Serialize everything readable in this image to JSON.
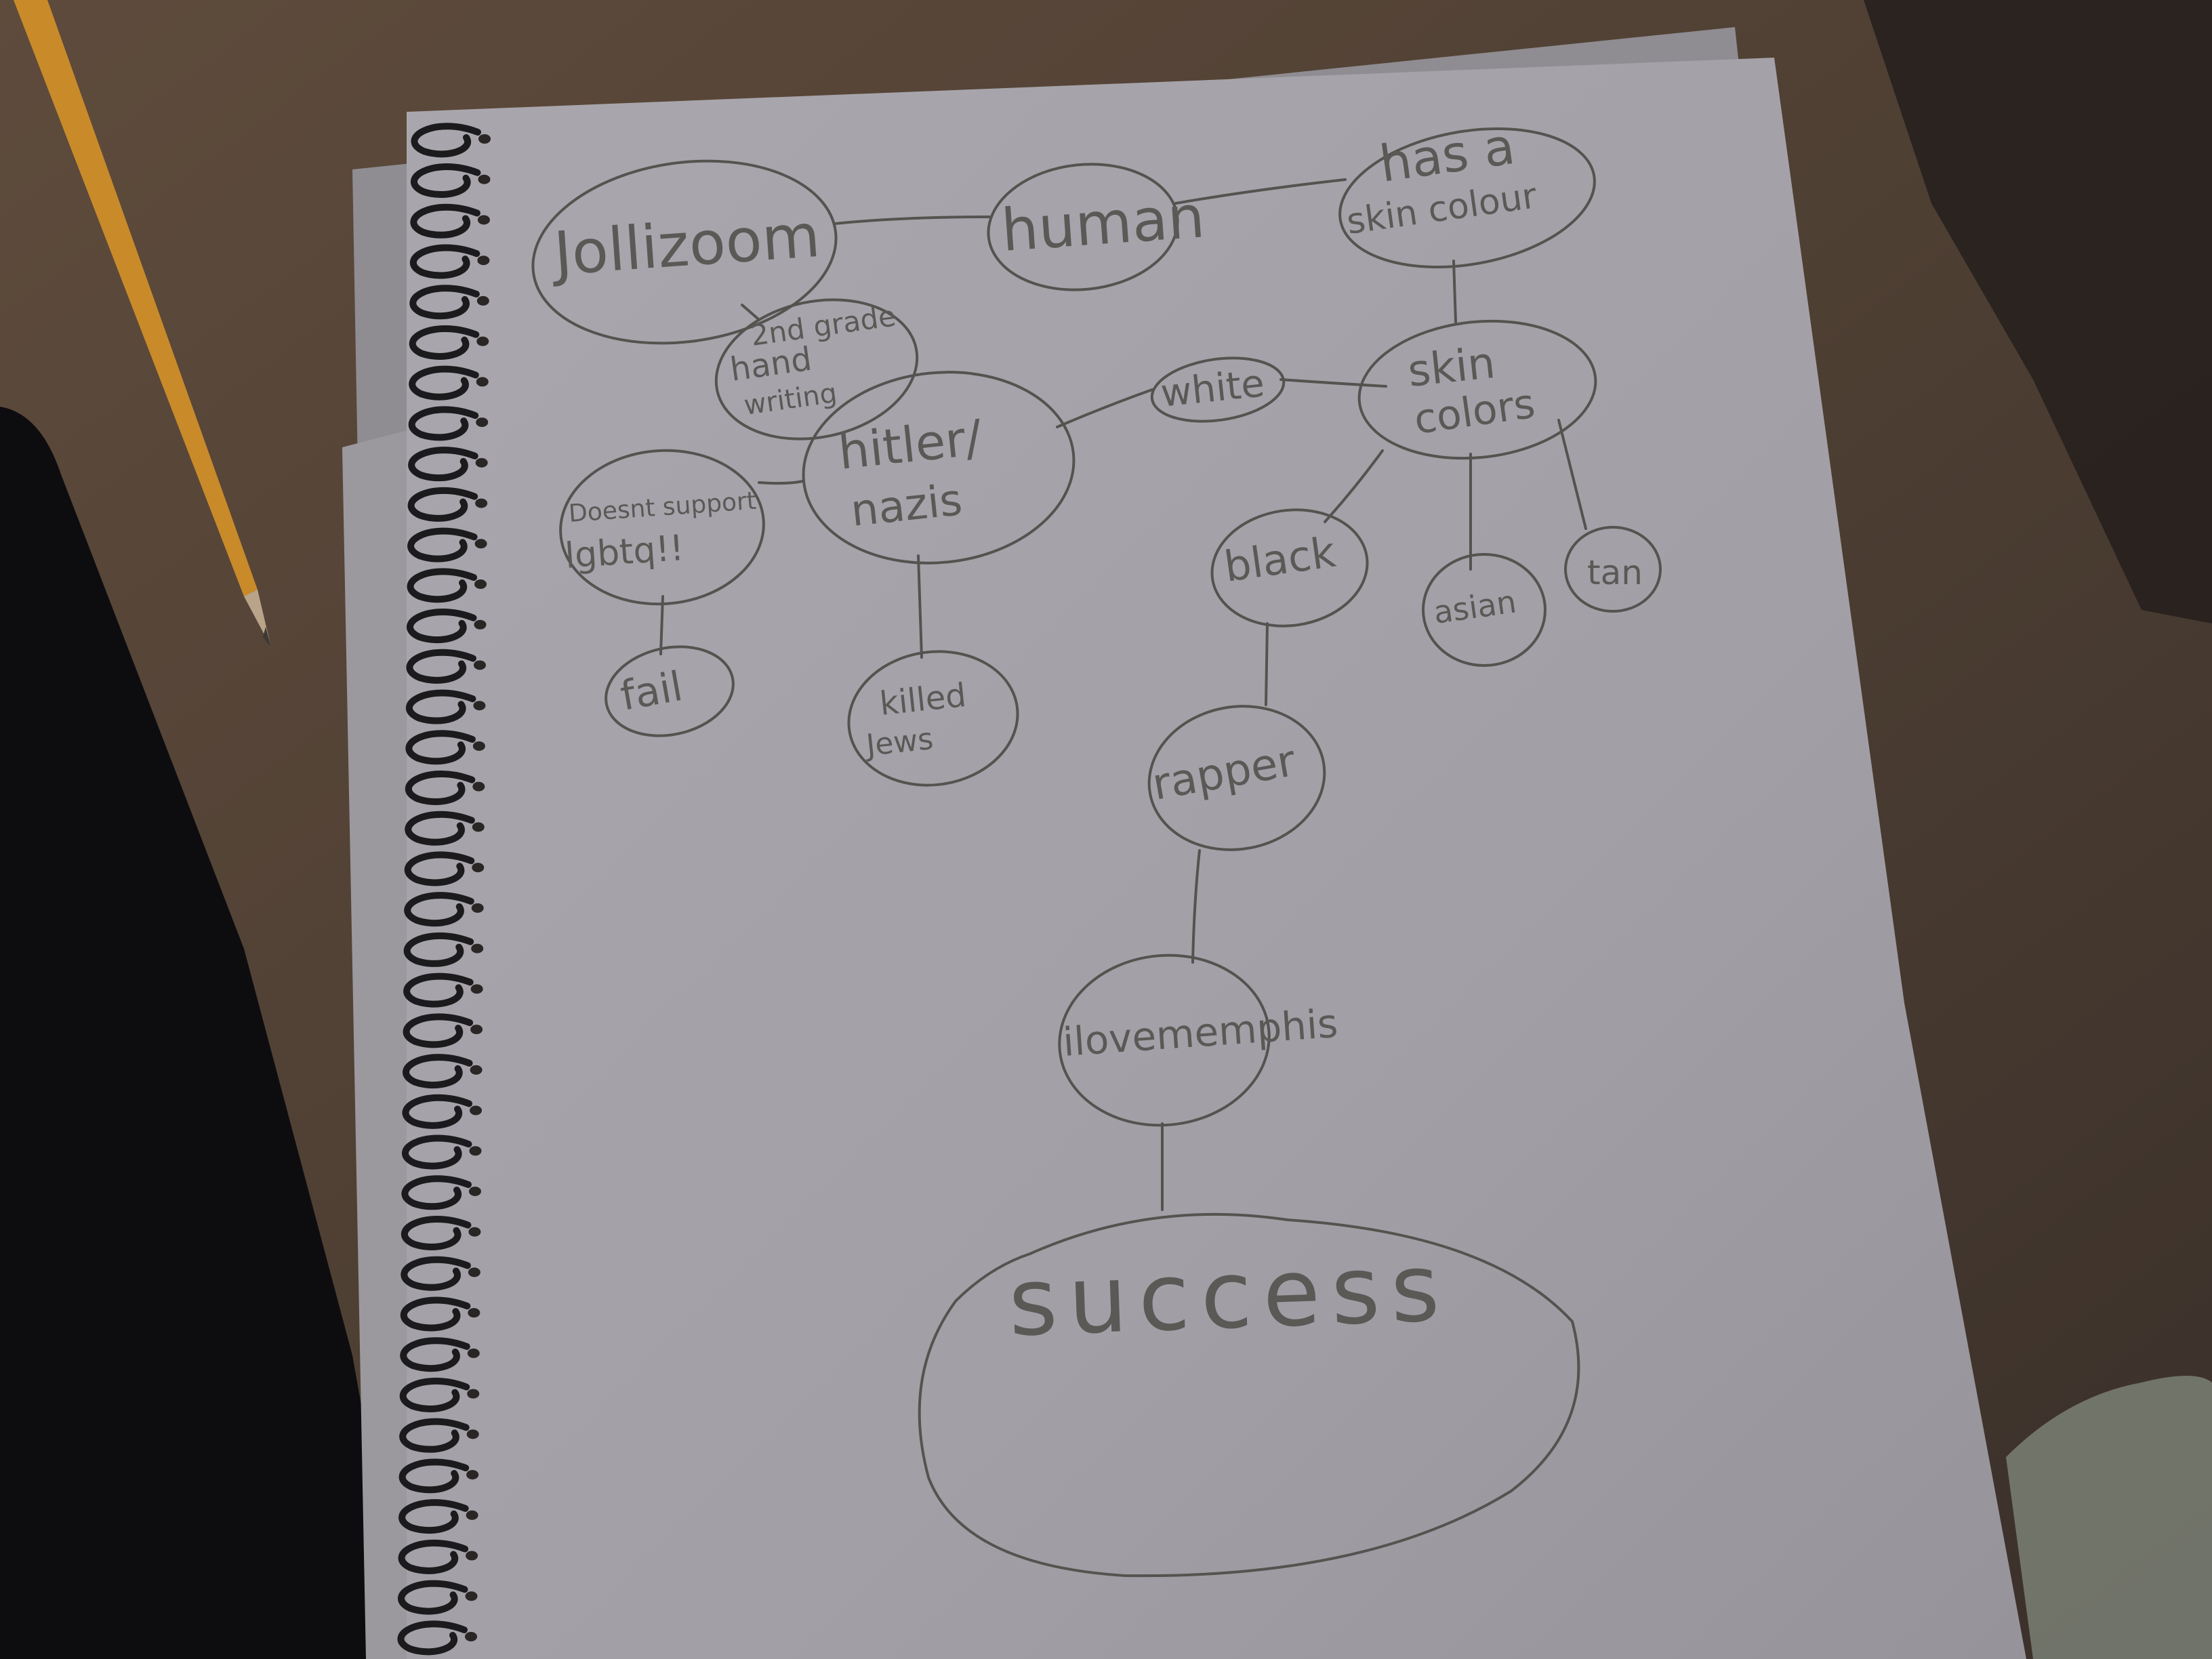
{
  "photo": {
    "subject": "hand-drawn mind map on spiral notebook paper",
    "colors": {
      "desk": "#5b4a3c",
      "paper": "#a8a6ab",
      "pencil_line": "#55534f",
      "pencil_body": "#c98a2a"
    }
  },
  "mind_map": {
    "nodes": {
      "jollizoom": "Jollizoom",
      "human": "human",
      "has_skin": [
        "has a",
        "skin colour"
      ],
      "grade2": [
        "2nd grade",
        "hand",
        "writing"
      ],
      "hitler": [
        "hitler/",
        "nazis"
      ],
      "white": "white",
      "skin_colors": [
        "skin",
        "colors"
      ],
      "lgbt": [
        "Doesnt support",
        "lgbtq!!"
      ],
      "black": "black",
      "asian": "asian",
      "tan": "tan",
      "fail": "fail",
      "killed": [
        "killed",
        "Jews"
      ],
      "rapper": "rapper",
      "ilovememphis": "ilovememphis",
      "success": "success"
    }
  }
}
